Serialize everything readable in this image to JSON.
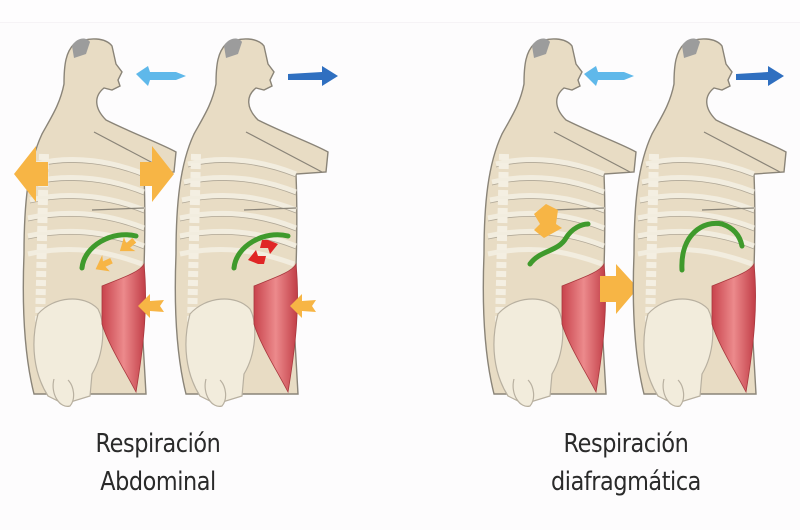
{
  "figure": {
    "panels": [
      {
        "id": "abdominal",
        "caption_line1": "Respiración",
        "caption_line2": "Abdominal",
        "figures": [
          {
            "phase": "inhale",
            "air_arrow": "inhale-arrow",
            "air_color": "#5fb8ea",
            "notes": "ribcage expansion arrows, diaphragm up-arrows"
          },
          {
            "phase": "exhale",
            "air_arrow": "exhale-arrow",
            "air_color": "#2f6fc0",
            "notes": "diaphragm contraction red arrows"
          }
        ]
      },
      {
        "id": "diaphragmatic",
        "caption_line1": "Respiración",
        "caption_line2": "diafragmática",
        "figures": [
          {
            "phase": "inhale",
            "air_arrow": "inhale-arrow",
            "air_color": "#5fb8ea",
            "notes": "diaphragm push-down arrow, abdomen outward arrow"
          },
          {
            "phase": "exhale",
            "air_arrow": "exhale-arrow",
            "air_color": "#2f6fc0",
            "notes": "diaphragm relaxed dome"
          }
        ]
      }
    ],
    "colors": {
      "skin": "#e8dcc4",
      "bone": "#f2ecdc",
      "outline": "#8a8478",
      "muscle": "#d9545a",
      "diaphragm": "#3f9a2c",
      "action_arrow": "#f7b545",
      "contract_arrow": "#e02626",
      "background": "#fdfcfd"
    }
  }
}
